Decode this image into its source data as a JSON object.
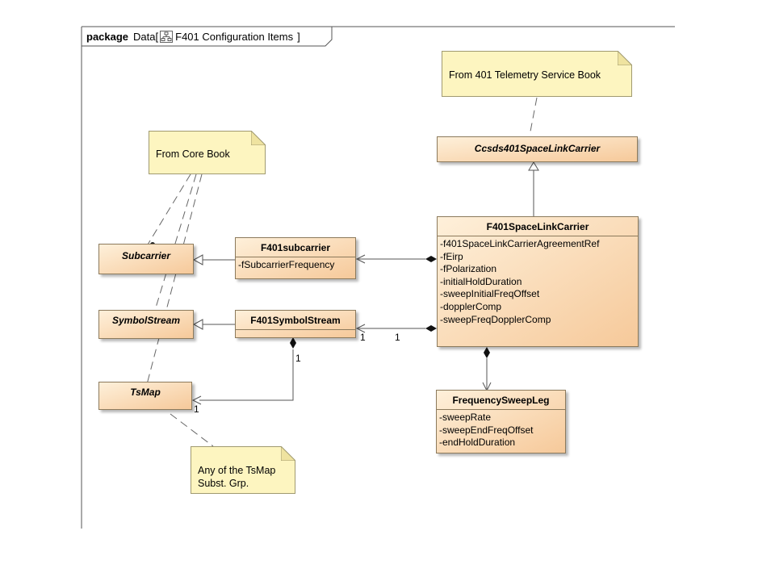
{
  "frame": {
    "keyword": "package",
    "name": "Data",
    "diagram_name": "F401 Configuration Items",
    "bracket_open": "[",
    "bracket_close": "]"
  },
  "classes": {
    "ccsds401": {
      "name": "Ccsds401SpaceLinkCarrier",
      "abstract": true,
      "attributes": []
    },
    "f401slc": {
      "name": "F401SpaceLinkCarrier",
      "abstract": false,
      "attributes": [
        "-f401SpaceLinkCarrierAgreementRef",
        "-fEirp",
        "-fPolarization",
        "-initialHoldDuration",
        "-sweepInitialFreqOffset",
        "-dopplerComp",
        "-sweepFreqDopplerComp"
      ]
    },
    "f401subcarrier": {
      "name": "F401subcarrier",
      "abstract": false,
      "attributes": [
        "-fSubcarrierFrequency"
      ]
    },
    "f401symbolstream": {
      "name": "F401SymbolStream",
      "abstract": false,
      "attributes": []
    },
    "subcarrier": {
      "name": "Subcarrier",
      "abstract": true,
      "attributes": []
    },
    "symbolstream": {
      "name": "SymbolStream",
      "abstract": true,
      "attributes": []
    },
    "tsmap": {
      "name": "TsMap",
      "abstract": true,
      "attributes": []
    },
    "freqsweepleg": {
      "name": "FrequencySweepLeg",
      "abstract": false,
      "attributes": [
        "-sweepRate",
        "-sweepEndFreqOffset",
        "-endHoldDuration"
      ]
    }
  },
  "notes": {
    "telemetry": "From 401 Telemetry Service Book",
    "core": "From Core Book",
    "tsmap_line1": "Any of the TsMap",
    "tsmap_line2": "Subst. Grp."
  },
  "multiplicities": {
    "symbolstream_left": "1",
    "symbolstream_right": "1",
    "symbolstream_down": "1",
    "tsmap_end": "1"
  },
  "colors": {
    "class_fill_light": "#fef0da",
    "class_fill_dark": "#f6c99a",
    "note_fill": "#fdf5c0",
    "line": "#555555"
  }
}
